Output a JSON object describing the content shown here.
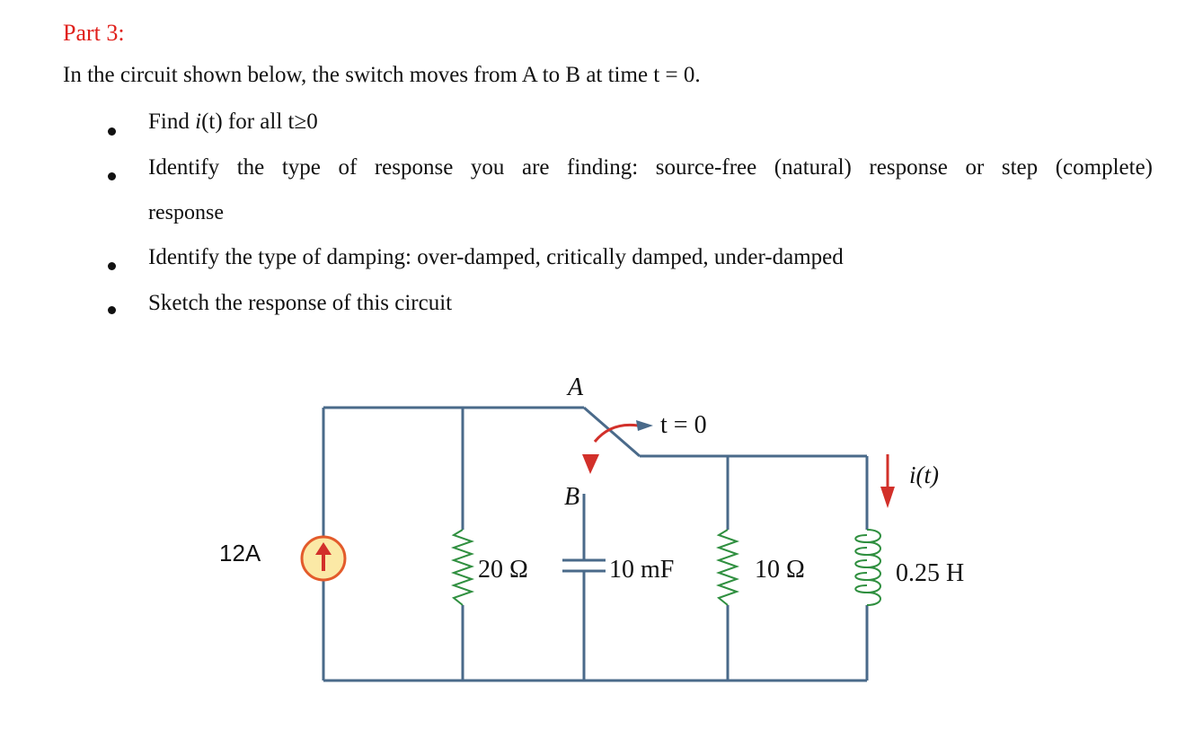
{
  "part_title": "Part 3:",
  "intro": "In the circuit shown below, the switch moves from A to B at time t = 0.",
  "bullets": [
    {
      "prefix": "Find ",
      "italic": "i",
      "suffix": "(t) for all t≥0"
    },
    {
      "line1": "Identify the type of response you are finding: source-free (natural) response or step (complete)",
      "line2": "response"
    },
    {
      "text": "Identify the type of damping: over-damped, critically damped, under-damped"
    },
    {
      "text": "Sketch the response of this circuit"
    }
  ],
  "circuit": {
    "source_label": "12A",
    "r1_label": "20 Ω",
    "cap_label": "10 mF",
    "r2_label": "10 Ω",
    "inductor_label": "0.25 H",
    "switch_a": "A",
    "switch_b": "B",
    "switch_time": "t = 0",
    "current_label": "i(t)",
    "colors": {
      "wire": "#4a6a8a",
      "source_fill": "#fbe9a6",
      "source_ring": "#e35b2b",
      "arrow": "#d2302a",
      "coil": "#2f8f3f"
    }
  }
}
